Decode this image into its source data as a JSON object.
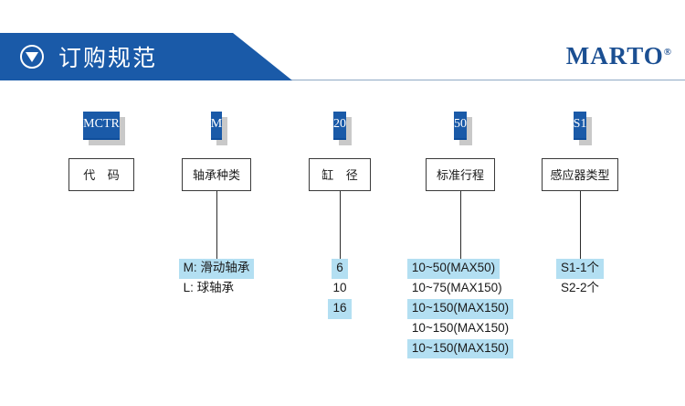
{
  "header": {
    "title": "订购规范",
    "icon": "circle-triangle-down-icon",
    "brand": "MARTO",
    "brand_mark": "®",
    "banner_color": "#1a5aa8",
    "brand_color": "#1b4f92"
  },
  "highlight_color": "#b3dff2",
  "columns": [
    {
      "key": "code",
      "chip": "MCTR",
      "label": "代 码",
      "values": []
    },
    {
      "key": "bearing",
      "chip": "M",
      "label": "轴承种类",
      "values": [
        {
          "text": "M: 滑动轴承",
          "highlight": true
        },
        {
          "text": "L: 球轴承",
          "highlight": false
        }
      ]
    },
    {
      "key": "bore",
      "chip": "20",
      "label": "缸 径",
      "values": [
        {
          "text": "6",
          "highlight": true
        },
        {
          "text": "10",
          "highlight": false
        },
        {
          "text": "16",
          "highlight": true
        }
      ]
    },
    {
      "key": "stroke",
      "chip": "50",
      "label": "标准行程",
      "values": [
        {
          "text": "10~50(MAX50)",
          "highlight": true
        },
        {
          "text": "10~75(MAX150)",
          "highlight": false
        },
        {
          "text": "10~150(MAX150)",
          "highlight": true
        },
        {
          "text": "10~150(MAX150)",
          "highlight": false
        },
        {
          "text": "10~150(MAX150)",
          "highlight": true
        }
      ]
    },
    {
      "key": "sensor",
      "chip": "S1",
      "label": "感应器类型",
      "values": [
        {
          "text": "S1-1个",
          "highlight": true
        },
        {
          "text": "S2-2个",
          "highlight": false
        }
      ]
    }
  ]
}
